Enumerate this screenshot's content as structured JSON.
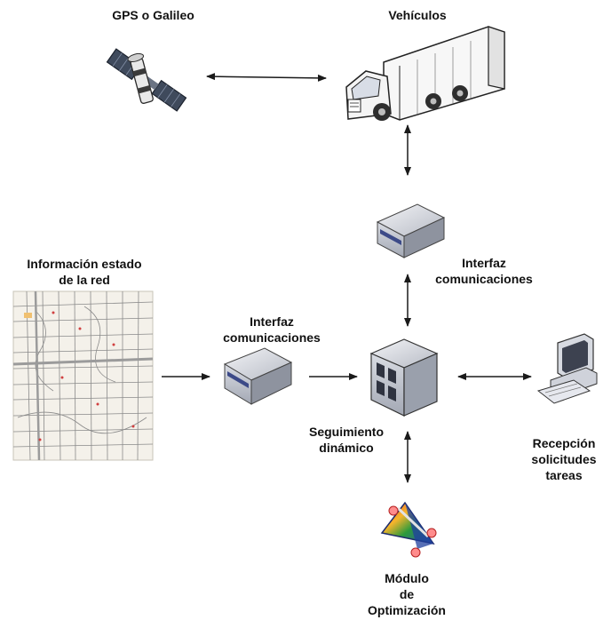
{
  "labels": {
    "gps": "GPS o Galileo",
    "vehicles": "Vehículos",
    "iface_top_1": "Interfaz",
    "iface_top_2": "comunicaciones",
    "network_1": "Información estado",
    "network_2": "de la red",
    "iface_left_1": "Interfaz",
    "iface_left_2": "comunicaciones",
    "tracking_1": "Seguimiento",
    "tracking_2": "dinámico",
    "reception_1": "Recepción",
    "reception_2": "solicitudes",
    "reception_3": "tareas",
    "optim_1": "Módulo",
    "optim_2": "de",
    "optim_3": "Optimización"
  },
  "icons": {
    "gps": "satellite-icon",
    "vehicles": "truck-icon",
    "iface_top": "router-box-icon",
    "network": "street-map-icon",
    "iface_left": "router-box-icon",
    "server": "server-icon",
    "workstation": "desktop-computer-icon",
    "optimization": "optimization-module-icon"
  },
  "colors": {
    "text": "#111111",
    "arrow": "#1a1a1a",
    "device_body": "#c9ccd4",
    "device_side": "#8e939f",
    "device_panel": "#3c4a88",
    "map_paper": "#f4f1ea",
    "map_lines": "#8a8a8a"
  }
}
